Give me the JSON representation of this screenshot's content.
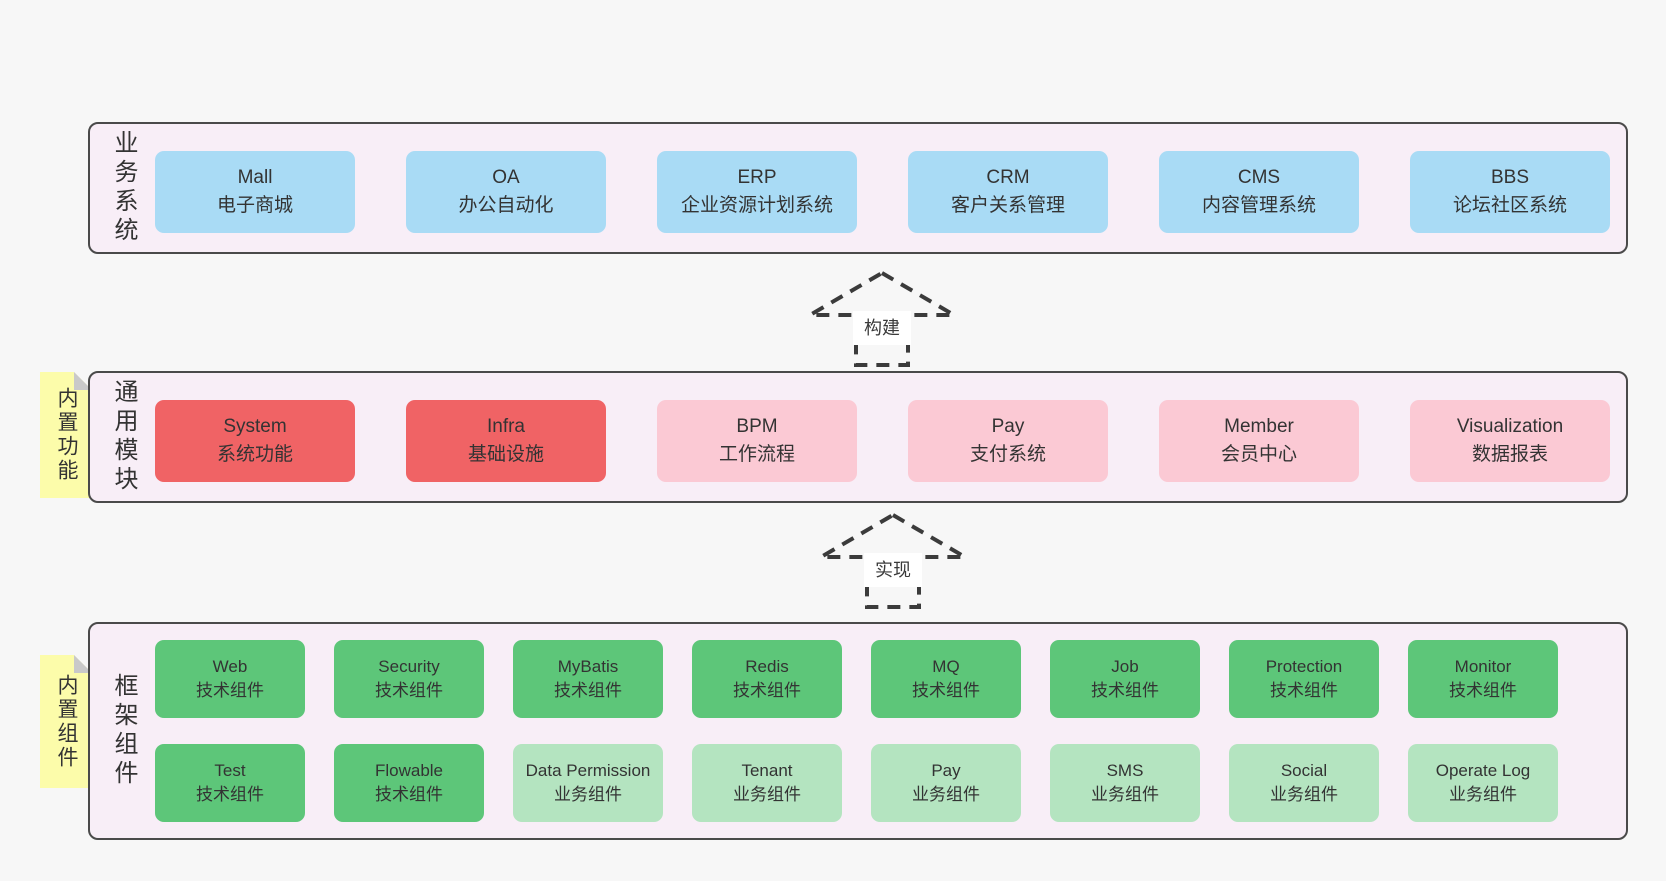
{
  "colors": {
    "page_background": "#f7f7f7",
    "band_background": "#f8eef7",
    "band_border": "#4a4a4a",
    "blue_box": "#a9dbf5",
    "red_box": "#f06365",
    "pink_box": "#fbc9d4",
    "green_box": "#5dc679",
    "light_green_box": "#b4e4c0",
    "sticky_note": "#fcfcaa",
    "note_fold": "#c9c9c9",
    "text": "#333333"
  },
  "arrows": {
    "build": "构建",
    "implement": "实现"
  },
  "bands": {
    "business": {
      "label": "业务系统",
      "boxes": [
        {
          "title": "Mall",
          "subtitle": "电子商城"
        },
        {
          "title": "OA",
          "subtitle": "办公自动化"
        },
        {
          "title": "ERP",
          "subtitle": "企业资源计划系统"
        },
        {
          "title": "CRM",
          "subtitle": "客户关系管理"
        },
        {
          "title": "CMS",
          "subtitle": "内容管理系统"
        },
        {
          "title": "BBS",
          "subtitle": "论坛社区系统"
        }
      ]
    },
    "modules": {
      "note": "内置功能",
      "label": "通用模块",
      "boxes": [
        {
          "title": "System",
          "subtitle": "系统功能"
        },
        {
          "title": "Infra",
          "subtitle": "基础设施"
        },
        {
          "title": "BPM",
          "subtitle": "工作流程"
        },
        {
          "title": "Pay",
          "subtitle": "支付系统"
        },
        {
          "title": "Member",
          "subtitle": "会员中心"
        },
        {
          "title": "Visualization",
          "subtitle": "数据报表"
        }
      ]
    },
    "framework": {
      "note": "内置组件",
      "label": "框架组件",
      "row1": [
        {
          "title": "Web",
          "subtitle": "技术组件"
        },
        {
          "title": "Security",
          "subtitle": "技术组件"
        },
        {
          "title": "MyBatis",
          "subtitle": "技术组件"
        },
        {
          "title": "Redis",
          "subtitle": "技术组件"
        },
        {
          "title": "MQ",
          "subtitle": "技术组件"
        },
        {
          "title": "Job",
          "subtitle": "技术组件"
        },
        {
          "title": "Protection",
          "subtitle": "技术组件"
        },
        {
          "title": "Monitor",
          "subtitle": "技术组件"
        }
      ],
      "row2": [
        {
          "title": "Test",
          "subtitle": "技术组件"
        },
        {
          "title": "Flowable",
          "subtitle": "技术组件"
        },
        {
          "title": "Data Permission",
          "subtitle": "业务组件"
        },
        {
          "title": "Tenant",
          "subtitle": "业务组件"
        },
        {
          "title": "Pay",
          "subtitle": "业务组件"
        },
        {
          "title": "SMS",
          "subtitle": "业务组件"
        },
        {
          "title": "Social",
          "subtitle": "业务组件"
        },
        {
          "title": "Operate Log",
          "subtitle": "业务组件"
        }
      ]
    }
  }
}
